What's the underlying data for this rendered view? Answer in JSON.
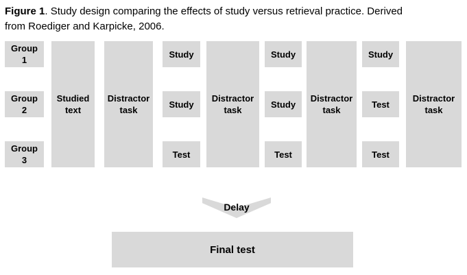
{
  "caption": {
    "figure_label": "Figure 1",
    "line1_rest": ". Study design comparing the effects of study versus retrieval practice. Derived",
    "line2": "from Roediger and Karpicke, 2006."
  },
  "colors": {
    "box_fill": "#d9d9d9",
    "text": "#000000",
    "background": "#ffffff"
  },
  "diagram": {
    "columns": [
      {
        "name": "groups",
        "cells": [
          "Group 1",
          "Group 2",
          "Group 3"
        ]
      },
      {
        "name": "studied-text",
        "label": "Studied text"
      },
      {
        "name": "distractor-1",
        "label": "Distractor task"
      },
      {
        "name": "period-1",
        "cells": [
          "Study",
          "Study",
          "Test"
        ]
      },
      {
        "name": "distractor-2",
        "label": "Distractor task"
      },
      {
        "name": "period-2",
        "cells": [
          "Study",
          "Study",
          "Test"
        ]
      },
      {
        "name": "distractor-3",
        "label": "Distractor task"
      },
      {
        "name": "period-3",
        "cells": [
          "Study",
          "Test",
          "Test"
        ]
      },
      {
        "name": "distractor-4",
        "label": "Distractor task"
      }
    ],
    "delay_label": "Delay",
    "final_test_label": "Final test"
  }
}
